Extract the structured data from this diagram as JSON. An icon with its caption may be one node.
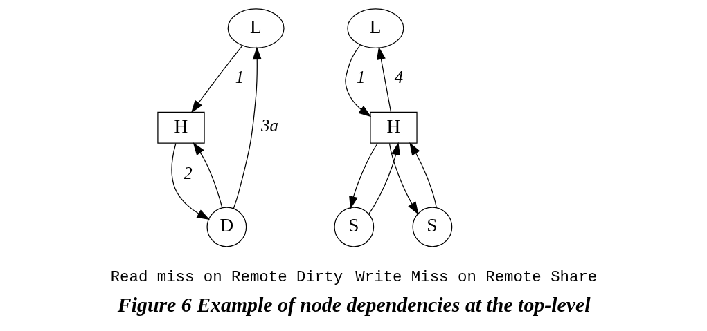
{
  "diagram": {
    "caption": "Figure 6 Example of node dependencies at the top-level",
    "nodes": [
      {
        "text": [
          "L"
        ]
      },
      {
        "text": [
          "D"
        ]
      },
      {
        "text": [
          "H"
        ]
      },
      {
        "text": [
          "L"
        ]
      },
      {
        "text": [
          "S"
        ]
      },
      {
        "text": [
          "S"
        ]
      },
      {
        "text": [
          "H"
        ]
      }
    ],
    "edges": [
      {
        "from": 0,
        "to": 2,
        "arrow": "to",
        "label": "1"
      },
      {
        "from": 2,
        "to": 1,
        "arrow": "to",
        "label": "2"
      },
      {
        "from": 1,
        "to": 2,
        "arrow": "to"
      },
      {
        "from": 1,
        "to": 0,
        "arrow": "to",
        "label": "3a"
      },
      {
        "from": 3,
        "to": 6,
        "arrow": "to",
        "label": "1"
      },
      {
        "from": 6,
        "to": 3,
        "arrow": "to",
        "label": "4"
      },
      {
        "from": 4,
        "to": 6,
        "arrow": "to"
      },
      {
        "from": 6,
        "to": 4,
        "arrow": "to"
      },
      {
        "from": 5,
        "to": 6,
        "arrow": "to"
      },
      {
        "from": 6,
        "to": 5,
        "arrow": "to"
      }
    ],
    "labels": [
      "Read miss on Remote Dirty",
      "Write Miss on Remote Share"
    ]
  }
}
